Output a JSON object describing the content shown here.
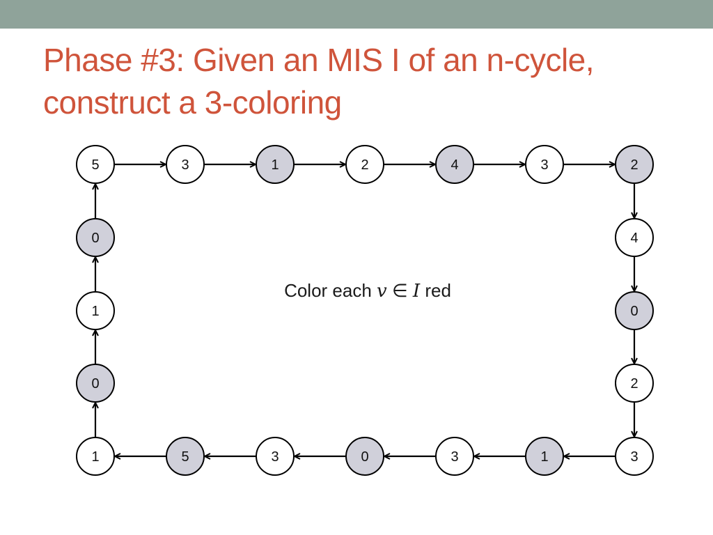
{
  "colors": {
    "top_bar": "#8fa39a",
    "title": "#cf543b",
    "node_selected_fill": "#d0d0da",
    "node_fill": "#ffffff",
    "edge": "#000000"
  },
  "slide": {
    "title_line1": "Phase #3: Given an MIS I of an n-cycle,",
    "title_line2": "construct a 3-coloring"
  },
  "caption": {
    "prefix": "Color each ",
    "var_v": "v",
    "symbol_in": " ∈ ",
    "var_I": "I",
    "suffix": " red"
  },
  "graph": {
    "description_order": "clockwise from top-left",
    "nodes": [
      {
        "label": "5",
        "in_mis": false
      },
      {
        "label": "3",
        "in_mis": false
      },
      {
        "label": "1",
        "in_mis": true
      },
      {
        "label": "2",
        "in_mis": false
      },
      {
        "label": "4",
        "in_mis": true
      },
      {
        "label": "3",
        "in_mis": false
      },
      {
        "label": "2",
        "in_mis": true
      },
      {
        "label": "4",
        "in_mis": false
      },
      {
        "label": "0",
        "in_mis": true
      },
      {
        "label": "2",
        "in_mis": false
      },
      {
        "label": "3",
        "in_mis": false
      },
      {
        "label": "1",
        "in_mis": true
      },
      {
        "label": "3",
        "in_mis": false
      },
      {
        "label": "0",
        "in_mis": true
      },
      {
        "label": "3",
        "in_mis": false
      },
      {
        "label": "5",
        "in_mis": true
      },
      {
        "label": "1",
        "in_mis": false
      },
      {
        "label": "0",
        "in_mis": true
      },
      {
        "label": "1",
        "in_mis": false
      },
      {
        "label": "0",
        "in_mis": true
      }
    ]
  }
}
